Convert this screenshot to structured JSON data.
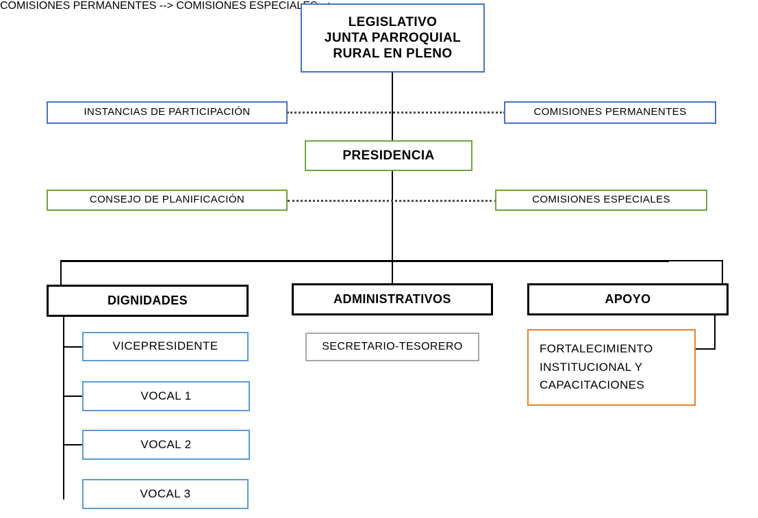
{
  "diagram": {
    "title": "Organigrama Junta Parroquial Rural",
    "type": "organizational-chart",
    "colors": {
      "blue": "#4472C4",
      "light_blue": "#5B9BD5",
      "green": "#6AA544",
      "black": "#000000",
      "gray": "#A6A6A6",
      "orange": "#E8802B"
    }
  },
  "nodes": {
    "legislativo": {
      "line1": "LEGISLATIVO",
      "line2": "JUNTA PARROQUIAL",
      "line3": "RURAL EN PLENO"
    },
    "instancias_participacion": {
      "label": "INSTANCIAS  DE PARTICIPACIÓN"
    },
    "comisiones_permanentes": {
      "label": "COMISIONES  PERMANENTES"
    },
    "presidencia": {
      "label": "PRESIDENCIA"
    },
    "consejo_planificacion": {
      "label": "CONSEJO DE PLANIFICACIÓN"
    },
    "comisiones_especiales": {
      "label": "COMISIONES  ESPECIALES"
    },
    "dignidades": {
      "label": "DIGNIDADES"
    },
    "administrativos": {
      "label": "ADMINISTRATIVOS"
    },
    "apoyo": {
      "label": "APOYO"
    },
    "vicepresidente": {
      "label": "VICEPRESIDENTE"
    },
    "vocal_1": {
      "label": "VOCAL 1"
    },
    "vocal_2": {
      "label": "VOCAL 2"
    },
    "vocal_3": {
      "label": "VOCAL 3"
    },
    "secretario_tesorero": {
      "label": "SECRETARIO-TESORERO"
    },
    "fortalecimiento": {
      "line1": "FORTALECIMIENTO",
      "line2": "INSTITUCIONAL   Y",
      "line3": "CAPACITACIONES"
    }
  }
}
